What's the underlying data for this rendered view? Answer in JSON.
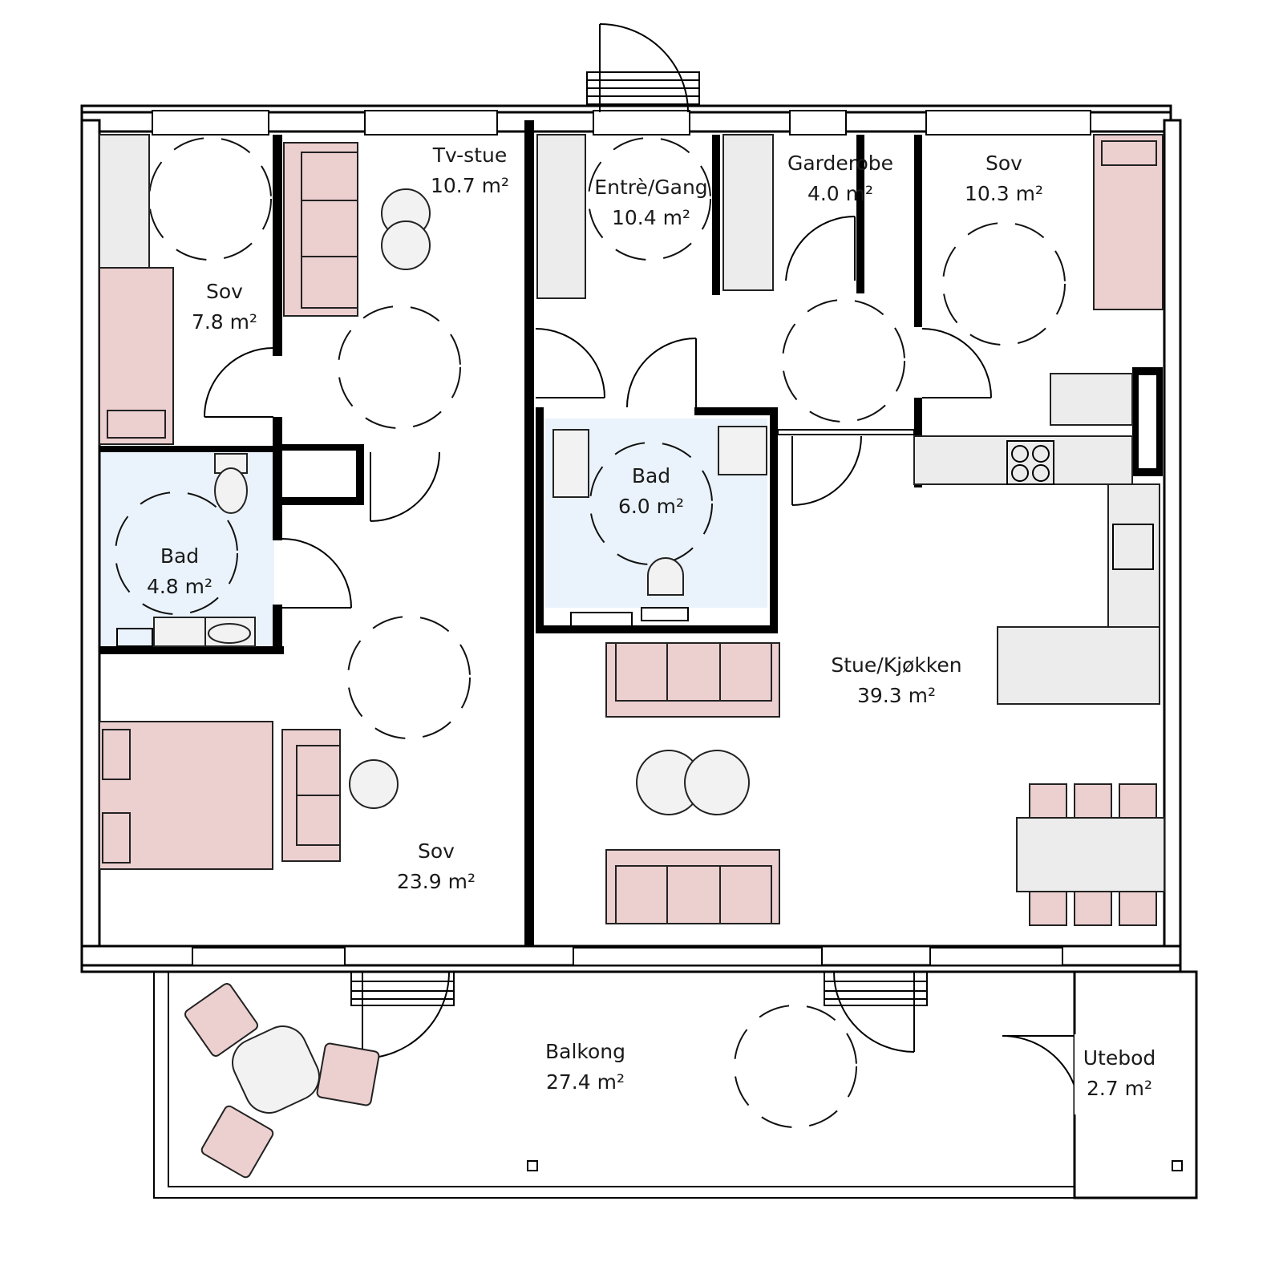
{
  "colors": {
    "furniture": "#eccfcf",
    "cabinet": "#ececec",
    "wet_room": "#eaf3fb",
    "wall": "#000000"
  },
  "rooms": [
    {
      "id": "tv-stue",
      "name": "Tv-stue",
      "area": "10.7 m²"
    },
    {
      "id": "entre-gang",
      "name": "Entrè/Gang",
      "area": "10.4 m²"
    },
    {
      "id": "garderobe",
      "name": "Garderobe",
      "area": "4.0 m²"
    },
    {
      "id": "sov-ne",
      "name": "Sov",
      "area": "10.3 m²"
    },
    {
      "id": "sov-nw",
      "name": "Sov",
      "area": "7.8 m²"
    },
    {
      "id": "bad-center",
      "name": "Bad",
      "area": "6.0 m²"
    },
    {
      "id": "bad-west",
      "name": "Bad",
      "area": "4.8 m²"
    },
    {
      "id": "stue-kjokken",
      "name": "Stue/Kjøkken",
      "area": "39.3 m²"
    },
    {
      "id": "sov-sw",
      "name": "Sov",
      "area": "23.9 m²"
    },
    {
      "id": "balkong",
      "name": "Balkong",
      "area": "27.4 m²"
    },
    {
      "id": "utebod",
      "name": "Utebod",
      "area": "2.7 m²"
    }
  ]
}
